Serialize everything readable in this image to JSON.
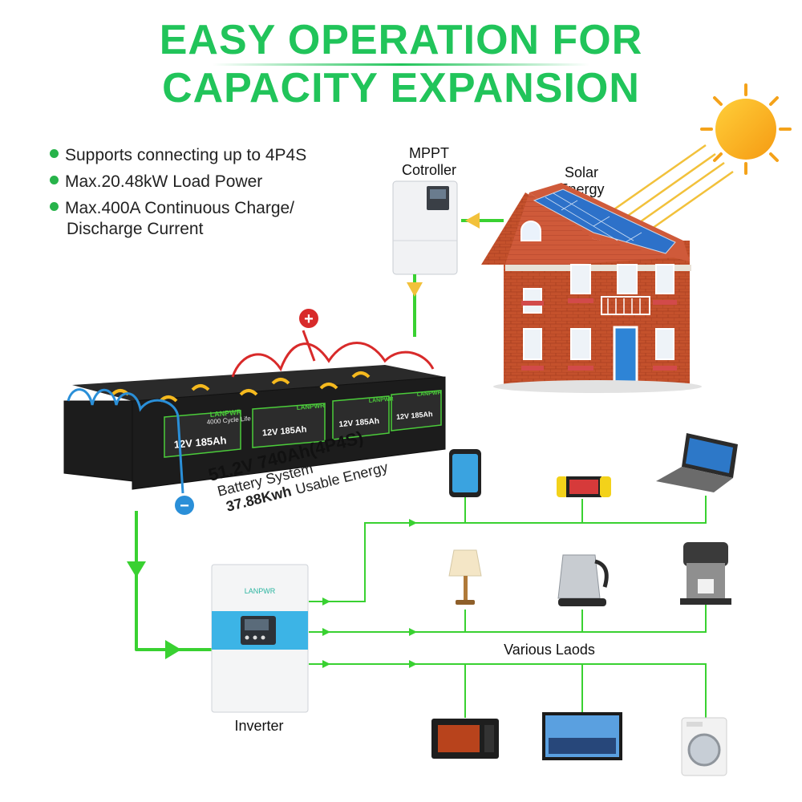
{
  "title": {
    "line1": "EASY OPERATION FOR",
    "line2": "CAPACITY EXPANSION"
  },
  "features": [
    "Supports connecting up to 4P4S",
    "Max.20.48kW Load Power",
    "Max.400A Continuous Charge/",
    "Discharge Current"
  ],
  "labels": {
    "mppt_line1": "MPPT",
    "mppt_line2": "Cotroller",
    "solar_line1": "Solar",
    "solar_line2": "Energy",
    "inverter": "Inverter",
    "loads": "Various Laods",
    "inverter_brand": "LANPWR"
  },
  "battery": {
    "brand": "LANPWR",
    "cycle_text": "4000 Cycle Life",
    "rating": "12V 185Ah",
    "system_line1": "51.2V 740Ah(4P4S)",
    "system_line2": "Battery System",
    "energy_value": "37.88Kwh",
    "energy_suffix": "Usable Energy",
    "plus": "+",
    "minus": "−"
  },
  "colors": {
    "accent": "#21c45a",
    "wire": "#39d131",
    "positive": "#d82a2a",
    "negative": "#2a8fd8"
  }
}
